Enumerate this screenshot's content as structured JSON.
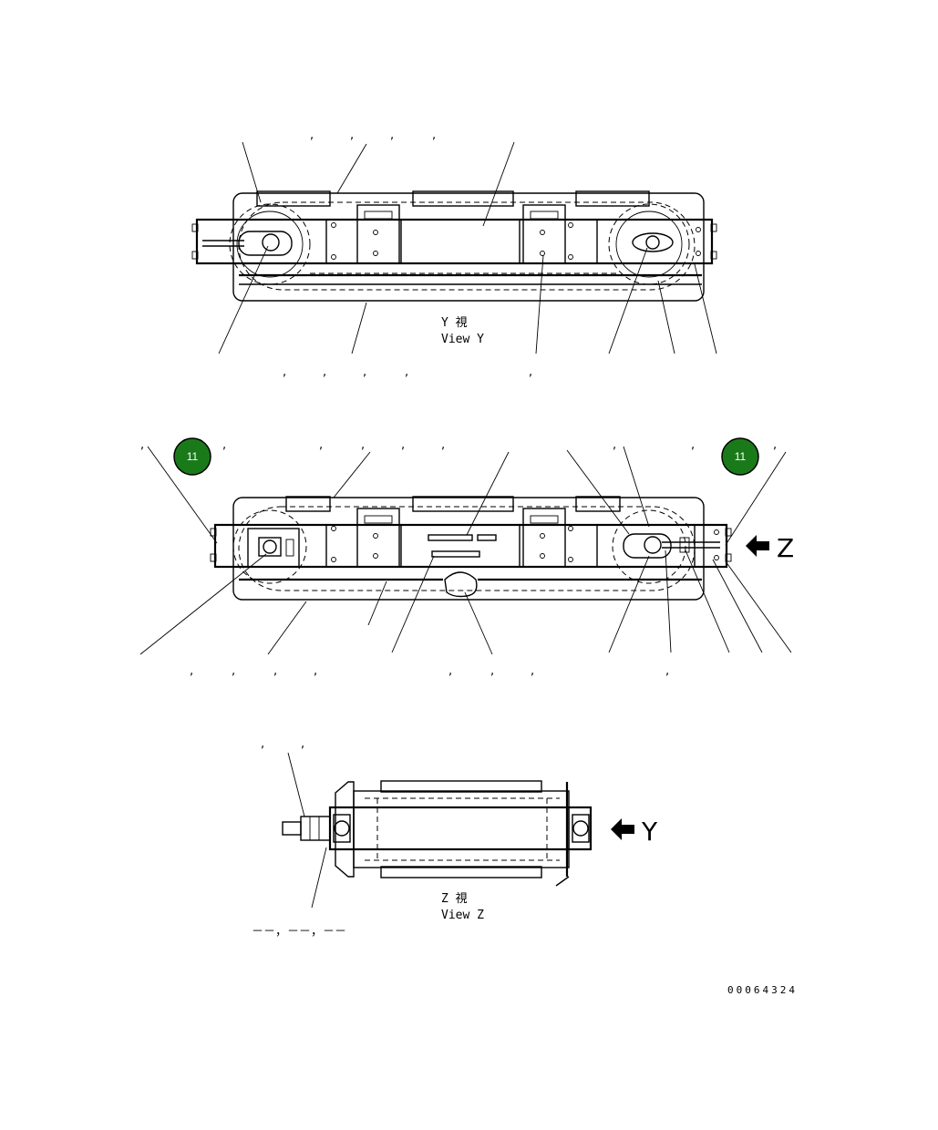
{
  "colors": {
    "badge_fill": "#1a7a1a",
    "badge_ring": "#000000",
    "line": "#000000",
    "background": "#ffffff"
  },
  "badges": {
    "left": "11",
    "right": "11"
  },
  "view_y": {
    "label_jp": "Y 視",
    "label_en": "View Y"
  },
  "view_z": {
    "label_jp": "Z 視",
    "label_en": "View Z"
  },
  "arrow_z": {
    "letter": "Z",
    "icon": "arrow-left-icon"
  },
  "arrow_y": {
    "letter": "Y",
    "icon": "arrow-left-icon"
  },
  "bottom_note": "－－，－－，－－",
  "drawing_id": "00064324"
}
